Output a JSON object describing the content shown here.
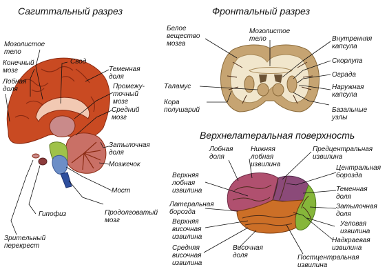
{
  "colors": {
    "cortex": "#c94a22",
    "cortex_dark": "#8a2a12",
    "corpus_callosum": "#f2c9b3",
    "thalamus": "#c98a8a",
    "cerebellum": "#c97066",
    "brainstem": "#9fc24a",
    "pons": "#6c8ec7",
    "medulla": "#2e4f9e",
    "pituitary": "#8c3c3c",
    "coronal_gray": "#c6a472",
    "coronal_white": "#f1e6cc",
    "frontal_lobe": "#b0506f",
    "parietal_lobe": "#8b4a79",
    "occipital_lobe": "#86b63a",
    "temporal_lobe": "#cc6f27",
    "leader_line": "#111111"
  },
  "sagittal": {
    "title": "Сагиттальный разрез",
    "labels": {
      "corpus_callosum": "Мозолистое\nтело",
      "telencephalon": "Конечный\nмозг",
      "frontal_lobe": "Лобная\nдоля",
      "fornix": "Свод",
      "parietal_lobe": "Теменная\nдоля",
      "diencephalon": "Промежу-\nточный\nмозг",
      "midbrain": "Средний\nмозг",
      "occipital_lobe": "Затылочная\nдоля",
      "cerebellum": "Мозжечок",
      "pons": "Мост",
      "pituitary": "Гипофиз",
      "medulla": "Продолговатый\nмозг",
      "optic_chiasm": "Зрительный\nперекрест"
    }
  },
  "coronal": {
    "title": "Фронтальный разрез",
    "labels": {
      "white_matter": "Белое\nвещество\nмозга",
      "corpus_callosum": "Мозолистое\nтело",
      "internal_capsule": "Внутренняя\nкапсула",
      "putamen": "Скорлупа",
      "claustrum": "Ограда",
      "external_capsule": "Наружная\nкапсула",
      "thalamus": "Таламус",
      "cortex": "Кора\nполушарий",
      "basal_nuclei": "Базальные\nузлы"
    }
  },
  "lateral": {
    "title": "Верхнелатеральная поверхность",
    "labels": {
      "frontal_lobe": "Лобная\nдоля",
      "inferior_frontal_gyrus": "Нижняя\nлобная\nизвилина",
      "precentral_gyrus": "Предцентральная\nизвилина",
      "central_sulcus": "Центральная\nборозда",
      "superior_frontal_gyrus": "Верхняя\nлобная\nизвилина",
      "parietal_lobe": "Теменная\nдоля",
      "lateral_sulcus": "Латеральная\nборозда",
      "occipital_lobe": "Затылочная\nдоля",
      "superior_temporal_gyrus": "Верхняя\nвисочная\nизвилина",
      "angular_gyrus": "Угловая\nизвилина",
      "supramarginal_gyrus": "Надкраевая\nизвилина",
      "middle_temporal_gyrus": "Средняя\nвисочная\nизвилина",
      "temporal_lobe": "Височная\nдоля",
      "postcentral_gyrus": "Постцентральная\nизвилина"
    }
  }
}
